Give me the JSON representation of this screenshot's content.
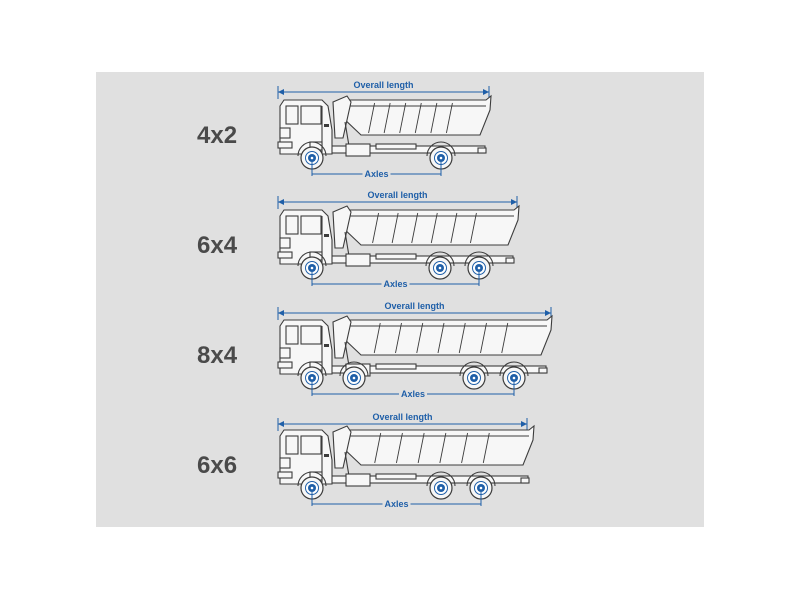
{
  "colors": {
    "panel_background": "#e0e0e0",
    "dimension_blue": "#1f5fa8",
    "outline_dark": "#3c3c3c",
    "label_gray": "#4a4a4a"
  },
  "trucks": [
    {
      "config": "4x2",
      "overall_length_label": "Overall length",
      "axles_label": "Axles",
      "axle_count": 2
    },
    {
      "config": "6x4",
      "overall_length_label": "Overall length",
      "axles_label": "Axles",
      "axle_count": 3
    },
    {
      "config": "8x4",
      "overall_length_label": "Overall length",
      "axles_label": "Axles",
      "axle_count": 4
    },
    {
      "config": "6x6",
      "overall_length_label": "Overall length",
      "axles_label": "Axles",
      "axle_count": 3
    }
  ]
}
